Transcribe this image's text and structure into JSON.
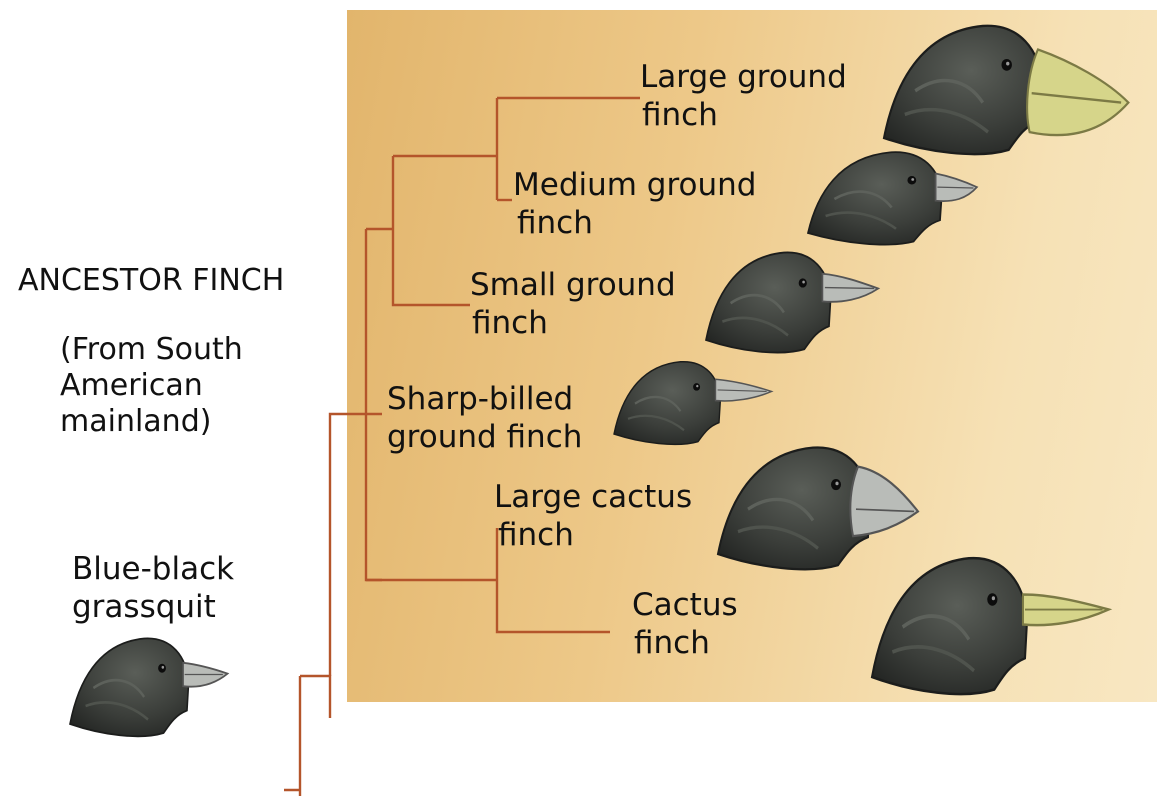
{
  "ancestor": {
    "title": "ANCESTOR FINCH",
    "origin_lines": [
      "(From South",
      "American",
      "mainland)"
    ]
  },
  "outgroup": {
    "lines": [
      "Blue-black",
      "grassquit"
    ]
  },
  "species": [
    {
      "lines": [
        "Large ground",
        "finch"
      ]
    },
    {
      "lines": [
        "Medium ground",
        "finch"
      ]
    },
    {
      "lines": [
        "Small ground",
        "finch"
      ]
    },
    {
      "lines": [
        "Sharp-billed",
        "ground finch"
      ]
    },
    {
      "lines": [
        "Large cactus",
        "finch"
      ]
    },
    {
      "lines": [
        "Cactus",
        "finch"
      ]
    }
  ],
  "colors": {
    "panel": "#eec78a",
    "branch": "#b4552b",
    "bird": "#3a3d3a",
    "beak_gray": "#b9bcb8",
    "beak_yellow": "#d6d58a"
  }
}
